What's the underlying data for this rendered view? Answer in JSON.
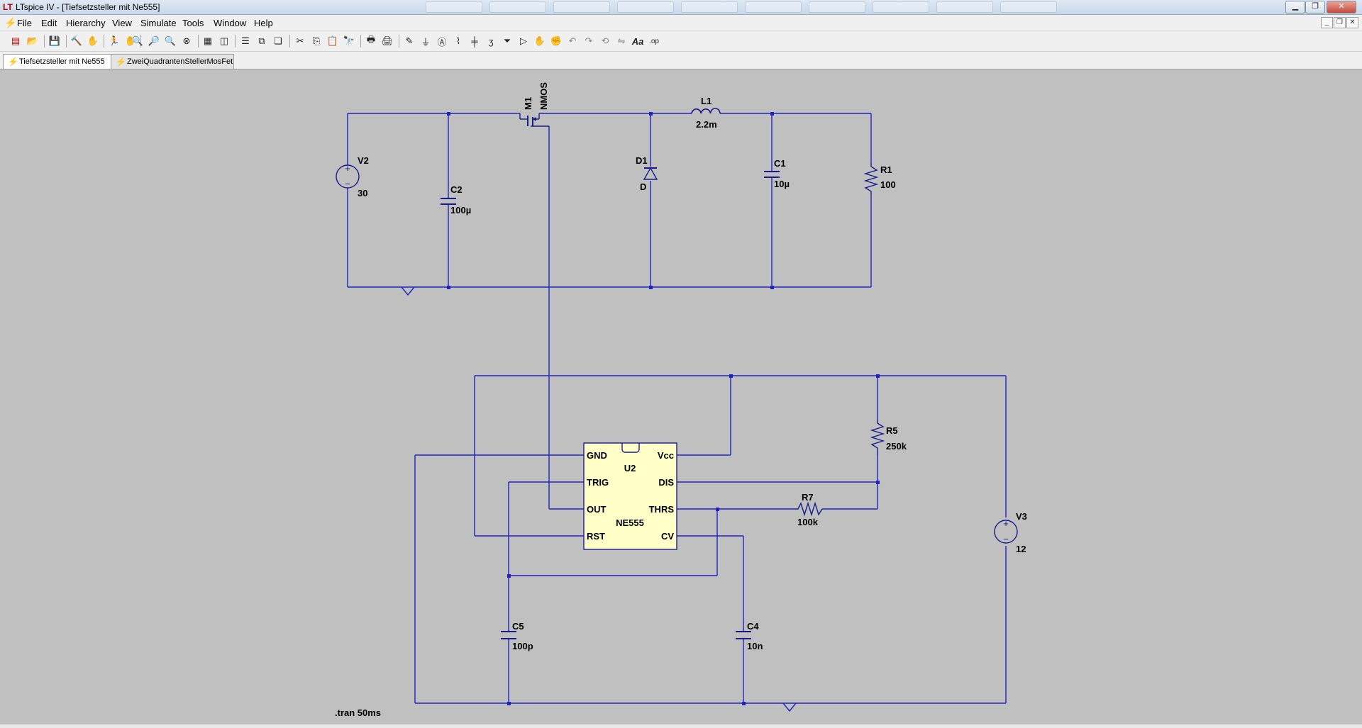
{
  "window": {
    "title": "LTspice IV - [Tiefsetzsteller mit Ne555]",
    "app_icon": "ltspice-logo-icon",
    "controls": [
      "minimize-icon",
      "maximize-icon",
      "close-icon"
    ]
  },
  "menu": {
    "items": [
      "File",
      "Edit",
      "Hierarchy",
      "View",
      "Simulate",
      "Tools",
      "Window",
      "Help"
    ]
  },
  "toolbar": {
    "icons": [
      "new-schematic-icon",
      "open-icon",
      "save-icon",
      "control-panel-icon",
      "hand-pan-icon",
      "run-icon",
      "halt-icon",
      "zoom-in-icon",
      "zoom-pan-icon",
      "zoom-out-icon",
      "zoom-fit-icon",
      "autorange-icon",
      "vertical-pan-icon",
      "tile-horizontal-icon",
      "tile-vertical-icon",
      "cascade-icon",
      "cut-icon",
      "copy-icon",
      "paste-icon",
      "find-icon",
      "print-setup-icon",
      "print-icon",
      "draw-wire-icon",
      "ground-icon",
      "label-net-icon",
      "resistor-icon",
      "capacitor-icon",
      "inductor-icon",
      "diode-icon",
      "component-icon",
      "move-icon",
      "drag-icon",
      "undo-icon",
      "redo-icon",
      "rotate-icon",
      "mirror-icon",
      "text-icon",
      "spice-directive-icon"
    ]
  },
  "tabs": [
    {
      "label": "Tiefsetzsteller mit Ne555",
      "active": true
    },
    {
      "label": "ZweiQuadrantenStellerMosFet",
      "active": false
    }
  ],
  "schematic": {
    "wire_color": "#2222c0",
    "component_color": "#1a1a8c",
    "ic_fill": "#ffffc8",
    "components": {
      "V2": {
        "name": "V2",
        "value": "30"
      },
      "C2": {
        "name": "C2",
        "value": "100µ"
      },
      "M1": {
        "name": "M1",
        "value": "NMOS"
      },
      "D1": {
        "name": "D1",
        "value": "D"
      },
      "L1": {
        "name": "L1",
        "value": "2.2m"
      },
      "C1": {
        "name": "C1",
        "value": "10µ"
      },
      "R1": {
        "name": "R1",
        "value": "100"
      },
      "U2": {
        "name": "U2",
        "value": "NE555"
      },
      "R5": {
        "name": "R5",
        "value": "250k"
      },
      "R7": {
        "name": "R7",
        "value": "100k"
      },
      "V3": {
        "name": "V3",
        "value": "12"
      },
      "C5": {
        "name": "C5",
        "value": "100p"
      },
      "C4": {
        "name": "C4",
        "value": "10n"
      }
    },
    "u2_pins": {
      "gnd": "GND",
      "trig": "TRIG",
      "out": "OUT",
      "rst": "RST",
      "vcc": "Vcc",
      "dis": "DIS",
      "thrs": "THRS",
      "cv": "CV"
    },
    "directive": ".tran 50ms"
  }
}
